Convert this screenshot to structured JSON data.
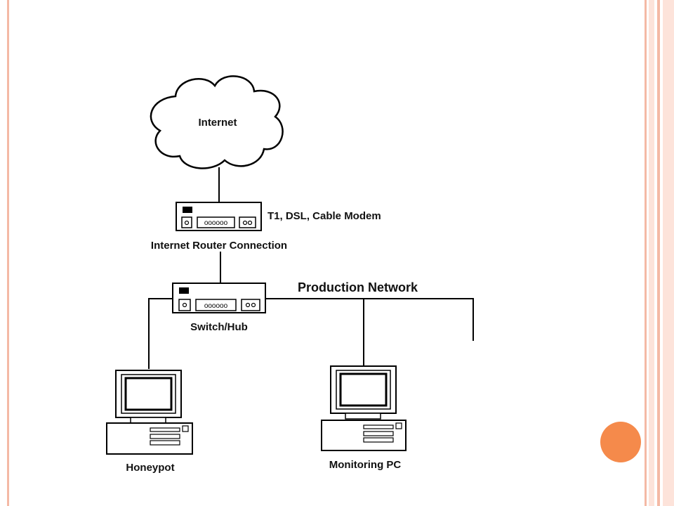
{
  "diagram": {
    "nodes": {
      "internet": {
        "label": "Internet"
      },
      "modem": {
        "label": "T1, DSL, Cable Modem"
      },
      "router": {
        "label": "Internet Router Connection"
      },
      "switch": {
        "label": "Switch/Hub"
      },
      "network": {
        "label": "Production Network"
      },
      "honeypot": {
        "label": "Honeypot"
      },
      "monitor": {
        "label": "Monitoring PC"
      }
    },
    "device_port_label": "oooooo",
    "edges": [
      {
        "from": "internet",
        "to": "router"
      },
      {
        "from": "router",
        "to": "switch"
      },
      {
        "from": "switch",
        "to": "network"
      },
      {
        "from": "switch",
        "to": "honeypot"
      },
      {
        "from": "network",
        "to": "monitor"
      }
    ]
  },
  "theme": {
    "frame_border_color": "#f4b9a5",
    "frame_fill_color": "#fde3da",
    "accent_dot_color": "#f58a4b",
    "line_color": "#000000"
  }
}
